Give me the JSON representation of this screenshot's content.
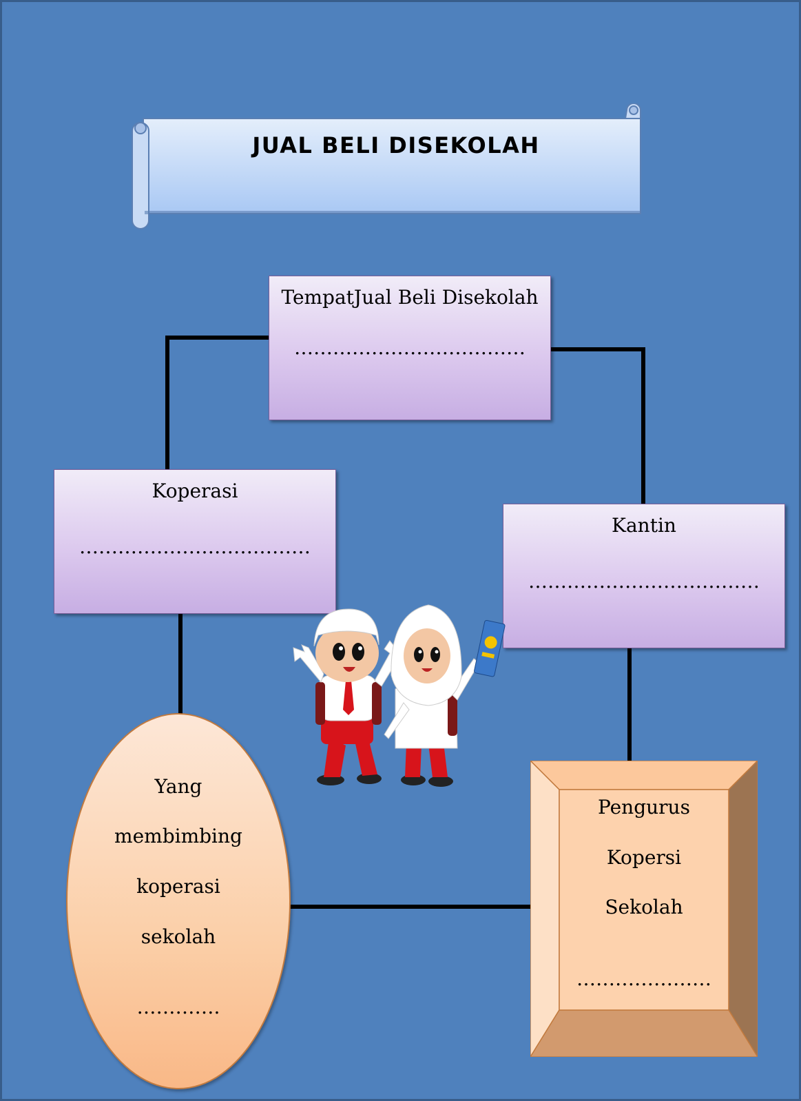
{
  "title": "JUAL BELI DISEKOLAH",
  "nodes": {
    "top": {
      "label": "TempatJual Beli  Disekolah",
      "blank": "………………………………"
    },
    "left": {
      "label": "Koperasi",
      "blank": "………………………………"
    },
    "right": {
      "label": "Kantin",
      "blank": "………………………………"
    },
    "oval": {
      "lines": [
        "Yang",
        "membimbing",
        "koperasi",
        "sekolah",
        "…………."
      ]
    },
    "bevel": {
      "lines": [
        "Pengurus",
        "Kopersi",
        "Sekolah",
        "…………………"
      ]
    }
  },
  "colors": {
    "background": "#4f81bd",
    "scroll": "#c6d9f1",
    "purple_box": "#dcc9ee",
    "orange_shape": "#fbcfa8",
    "connector": "#000000"
  },
  "illustration": "two-students-cartoon"
}
